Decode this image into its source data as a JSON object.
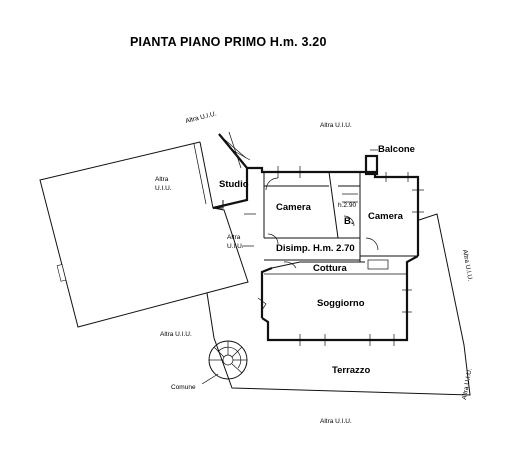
{
  "title": "PIANTA PIANO PRIMO H.m. 3.20",
  "rooms": {
    "studio": "Studio",
    "camera1": "Camera",
    "camera2": "Camera",
    "bagno": "B.",
    "bagno_height": "h.2.90",
    "disimpegno": "Disimp. H.m. 2.70",
    "cottura": "Cottura",
    "soggiorno": "Soggiorno",
    "terrazzo": "Terrazzo",
    "balcone": "Balcone"
  },
  "neighbors": {
    "top_left": "Altra U.I.U.",
    "top_center": "Altra U.I.U.",
    "left_block_line1": "Altra",
    "left_block_line2": "U.I.U.",
    "center_line1": "Altra",
    "center_line2": "U.I.U.",
    "right_upper": "Altra U.I.U.",
    "right_lower": "Altra U.I.U.",
    "stair": "Altra U.I.U.",
    "bottom": "Altra U.I.U."
  },
  "labels": {
    "comune": "Comune"
  }
}
